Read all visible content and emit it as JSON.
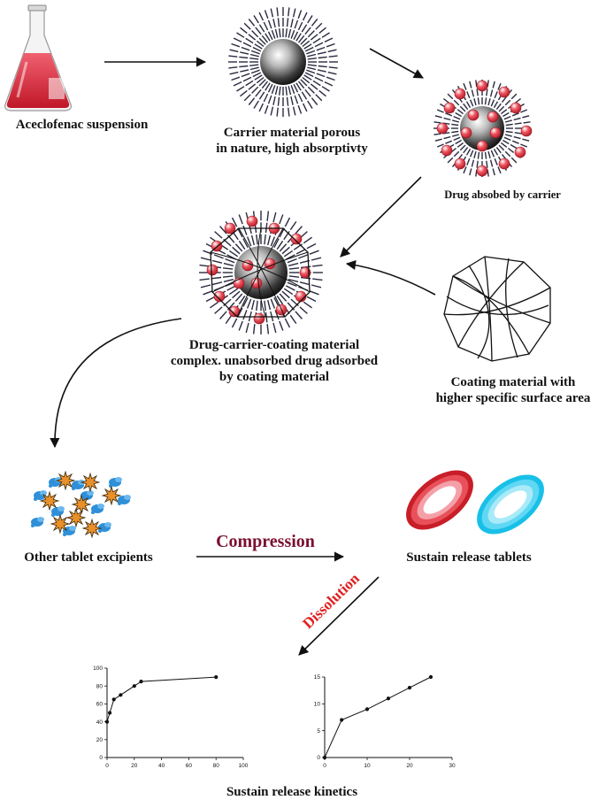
{
  "labels": {
    "suspension": "Aceclofenac suspension",
    "carrier_line1": "Carrier material porous",
    "carrier_line2": "in nature, high absorptivty",
    "absorbed": "Drug absobed by carrier",
    "complex_line1": "Drug-carrier-coating material",
    "complex_line2": "complex. unabsorbed drug adsorbed",
    "complex_line3": "by coating material",
    "coating_line1": "Coating material with",
    "coating_line2": "higher specific surface area",
    "excipients": "Other tablet excipients",
    "compression": "Compression",
    "tablets": "Sustain release tablets",
    "dissolution": "Dissolution",
    "kinetics": "Sustain release kinetics"
  },
  "colors": {
    "compression_text": "#7a1030",
    "dissolution_text": "#e02020",
    "drug_particle": "#e8404a",
    "tablet_red": "#d82b35",
    "tablet_cyan": "#2fd0ee",
    "flask_liquid": "#e03a4a",
    "excipient_blue": "#2f8fd8",
    "excipient_orange": "#e8902a"
  },
  "chart_data": [
    {
      "type": "line",
      "x": [
        0,
        2,
        5,
        10,
        20,
        25,
        80
      ],
      "y": [
        40,
        50,
        65,
        70,
        80,
        85,
        90
      ],
      "xlim": [
        0,
        100
      ],
      "ylim": [
        0,
        100
      ],
      "xticks": [
        0,
        20,
        40,
        60,
        80,
        100
      ],
      "yticks": [
        0,
        20,
        40,
        60,
        80,
        100
      ]
    },
    {
      "type": "line",
      "x": [
        0,
        4,
        10,
        15,
        20,
        25
      ],
      "y": [
        0,
        7,
        9,
        11,
        13,
        15
      ],
      "xlim": [
        0,
        30
      ],
      "ylim": [
        0,
        15
      ],
      "xticks": [
        0,
        10,
        20,
        30
      ],
      "yticks": [
        0,
        5,
        10,
        15
      ]
    }
  ]
}
